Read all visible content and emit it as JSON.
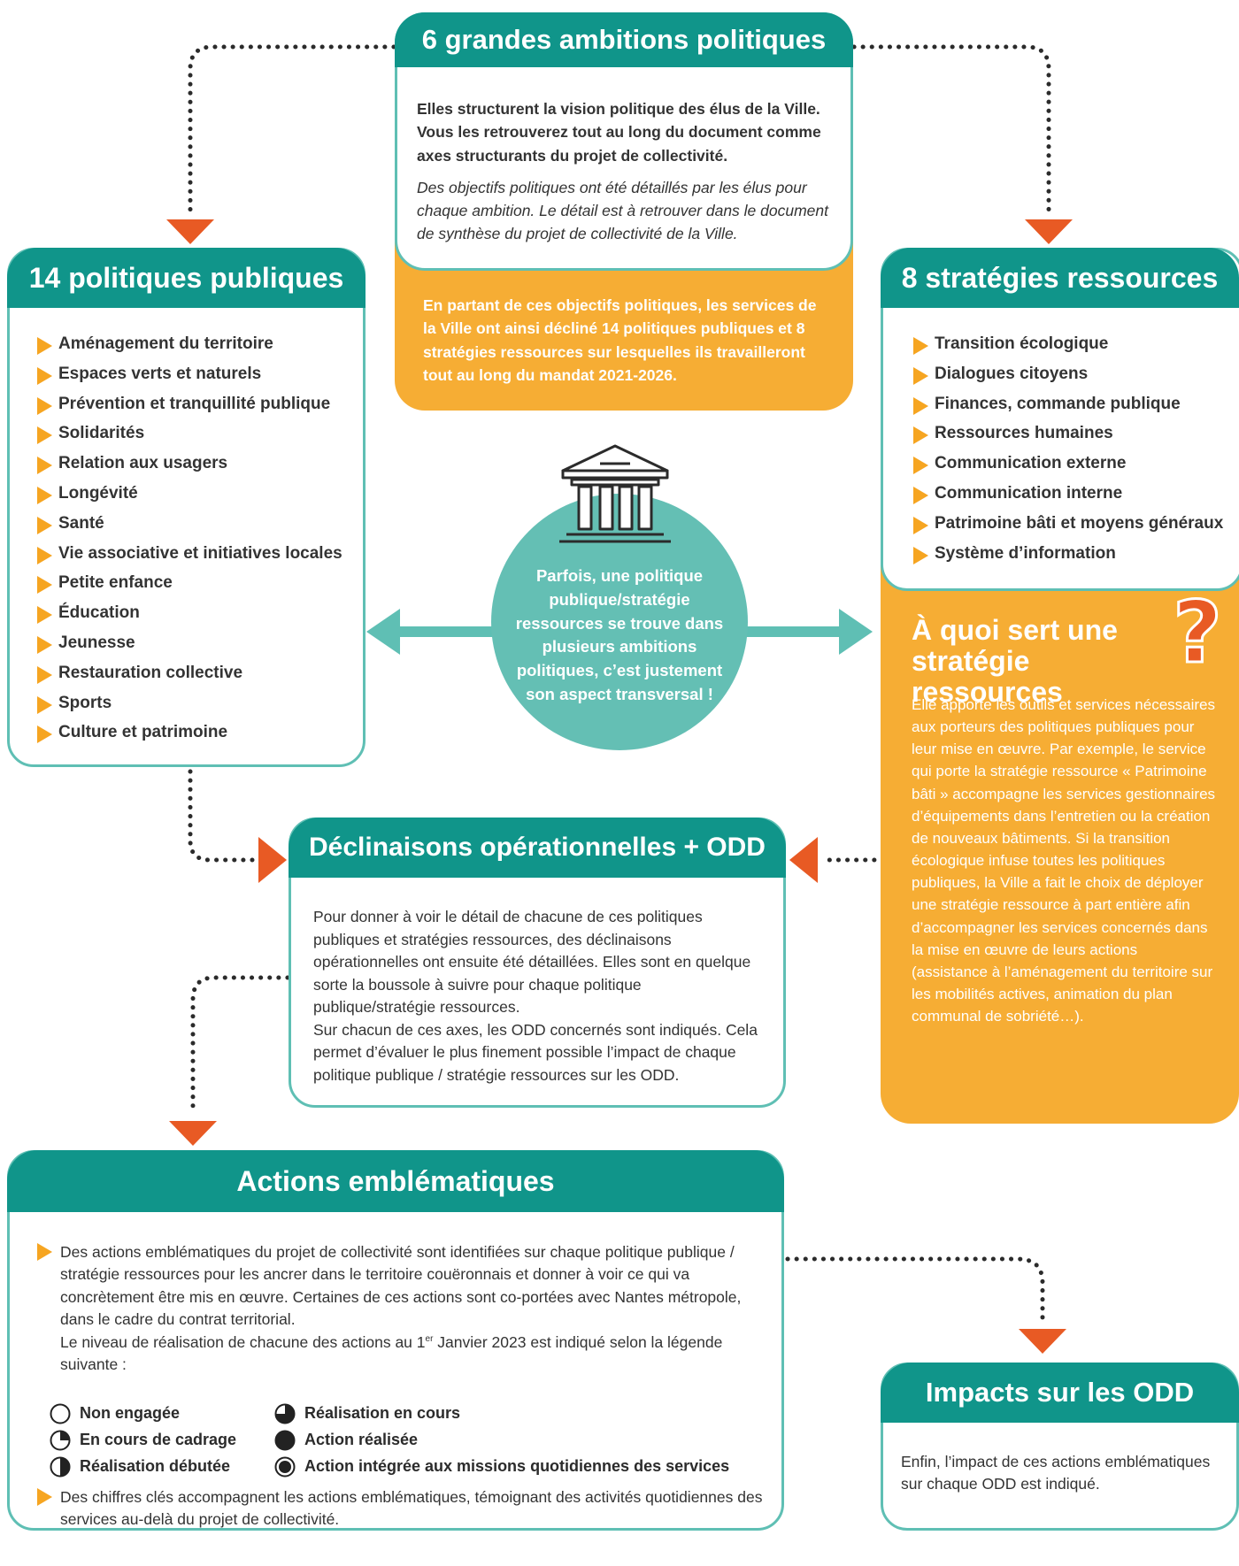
{
  "ambitions": {
    "title": "6 grandes ambitions politiques",
    "body_bold": "Elles structurent la vision politique des élus de la Ville. Vous les retrouverez tout au long du document comme axes structurants du projet de collectivité.",
    "body_italic": "Des objectifs politiques ont été détaillés par les élus pour chaque ambition. Le détail est à retrouver dans le document de synthèse du projet de collectivité de la Ville.",
    "orange_text": "En partant de ces objectifs politiques, les services de la Ville ont ainsi décliné 14 politiques publiques et 8 stratégies ressources sur lesquelles ils travailleront tout au long du mandat 2021-2026."
  },
  "politiques": {
    "title": "14 politiques publiques",
    "items": [
      "Aménagement du territoire",
      "Espaces verts et naturels",
      "Prévention et tranquillité publique",
      "Solidarités",
      "Relation aux usagers",
      "Longévité",
      "Santé",
      "Vie associative et initiatives locales",
      "Petite enfance",
      "Éducation",
      "Jeunesse",
      "Restauration collective",
      "Sports",
      "Culture et patrimoine"
    ]
  },
  "strategies": {
    "title": "8 stratégies ressources",
    "items": [
      "Transition écologique",
      "Dialogues citoyens",
      "Finances, commande publique",
      "Ressources humaines",
      "Communication externe",
      "Communication interne",
      "Patrimoine bâti et moyens généraux",
      "Système d’information"
    ],
    "question_title": "À quoi sert une stratégie ressources",
    "question_mark": "?",
    "question_body": "Elle apporte les outils et services nécessaires aux porteurs des politiques publiques pour leur mise en œuvre. Par exemple, le service qui porte la stratégie ressource « Patrimoine bâti » accompagne les services gestionnaires d’équipements dans l’entretien ou la création de nouveaux bâtiments. Si la transition écologique infuse toutes les politiques publiques, la Ville a fait le choix de déployer une stratégie ressource à part entière afin d’accompagner les services concernés dans la mise en œuvre de leurs actions (assistance à l’aménagement du territoire sur les mobilités actives, animation du plan communal de sobriété…)."
  },
  "center": {
    "text": "Parfois, une politique publique/stratégie ressources se trouve dans plusieurs ambitions politiques, c’est justement son aspect transversal !",
    "icon": "government-building-icon"
  },
  "declinaisons": {
    "title": "Déclinaisons opérationnelles + ODD",
    "para1": "Pour donner à voir le détail de chacune de ces politiques publiques et stratégies ressources, des déclinaisons opérationnelles ont ensuite été détaillées. Elles sont en quelque sorte la boussole à suivre pour chaque politique publique/stratégie ressources.",
    "para2": "Sur chacun de ces axes, les ODD concernés sont indiqués. Cela permet d’évaluer le plus finement possible l’impact de chaque politique publique / stratégie ressources sur les ODD."
  },
  "actions": {
    "title": "Actions emblématiques",
    "para1": "Des actions emblématiques du projet de collectivité sont identifiées sur chaque politique publique / stratégie ressources pour les ancrer dans le territoire couëronnais et donner à voir ce qui va concrètement être mis en œuvre. Certaines de ces actions sont co-portées avec Nantes métropole, dans le cadre du contrat territorial.",
    "para2_before": "Le niveau de réalisation de chacune des actions au 1",
    "para2_sup": "er",
    "para2_after": " Janvier 2023 est indiqué selon la légende suivante :",
    "legend": [
      {
        "label": "Non engagée",
        "level": 0
      },
      {
        "label": "En cours de cadrage",
        "level": 0.25
      },
      {
        "label": "Réalisation débutée",
        "level": 0.5
      },
      {
        "label": "Réalisation en cours",
        "level": 0.75
      },
      {
        "label": "Action réalisée",
        "level": 1
      },
      {
        "label": "Action intégrée aux missions quotidiennes des services",
        "level": "integrated"
      }
    ],
    "para3": "Des chiffres clés accompagnent les actions emblématiques, témoignant des activités quotidiennes des services au-delà du projet de collectivité."
  },
  "impacts": {
    "title": "Impacts sur les ODD",
    "body": "Enfin, l’impact de ces actions emblématiques sur chaque ODD est indiqué."
  },
  "colors": {
    "teal_dark": "#10958a",
    "teal_light": "#5fbfb4",
    "orange": "#f6ad34",
    "arrow_red": "#e85a24"
  }
}
